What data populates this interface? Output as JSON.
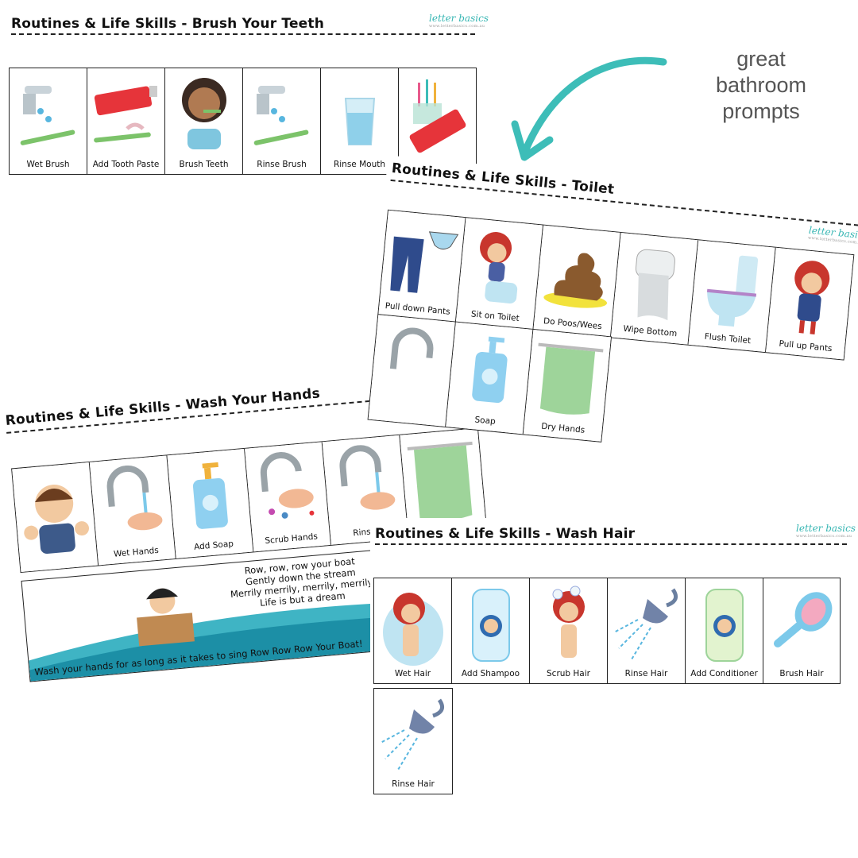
{
  "note": {
    "line1": "great",
    "line2": "bathroom",
    "line3": "prompts"
  },
  "logo": {
    "text": "letter basics",
    "sub": "www.letterbasics.com.au"
  },
  "teeth": {
    "title": "Routines & Life Skills - Brush Your Teeth",
    "cards": [
      "Wet Brush",
      "Add Tooth Paste",
      "Brush Teeth",
      "Rinse Brush",
      "Rinse Mouth",
      ""
    ]
  },
  "toilet": {
    "title": "Routines & Life Skills - Toilet",
    "cards": [
      "Pull down Pants",
      "Sit on Toilet",
      "Do Poos/Wees",
      "Wipe Bottom",
      "Flush Toilet",
      "Pull up Pants"
    ],
    "row2": [
      "",
      "Soap",
      "Dry Hands"
    ]
  },
  "hands": {
    "title": "Routines & Life Skills - Wash Your Hands",
    "cards": [
      "",
      "Wet Hands",
      "Add Soap",
      "Scrub Hands",
      "Rinse H",
      ""
    ],
    "song": [
      "Row, row, row your boat",
      "Gently down the stream",
      "Merrily merrily, merrily, merrily",
      "Life is but a dream"
    ],
    "footer": "Wash your hands for as long as it takes to sing Row Row Row Your Boat!"
  },
  "hair": {
    "title": "Routines & Life Skills - Wash Hair",
    "cards": [
      "Wet Hair",
      "Add Shampoo",
      "Scrub Hair",
      "Rinse Hair",
      "Add Conditioner",
      "Brush Hair"
    ],
    "row2": [
      "Rinse Hair"
    ]
  },
  "colors": {
    "accent": "#3dbdb8",
    "water": "#5fb9dd",
    "towel": "#9ed49a"
  }
}
